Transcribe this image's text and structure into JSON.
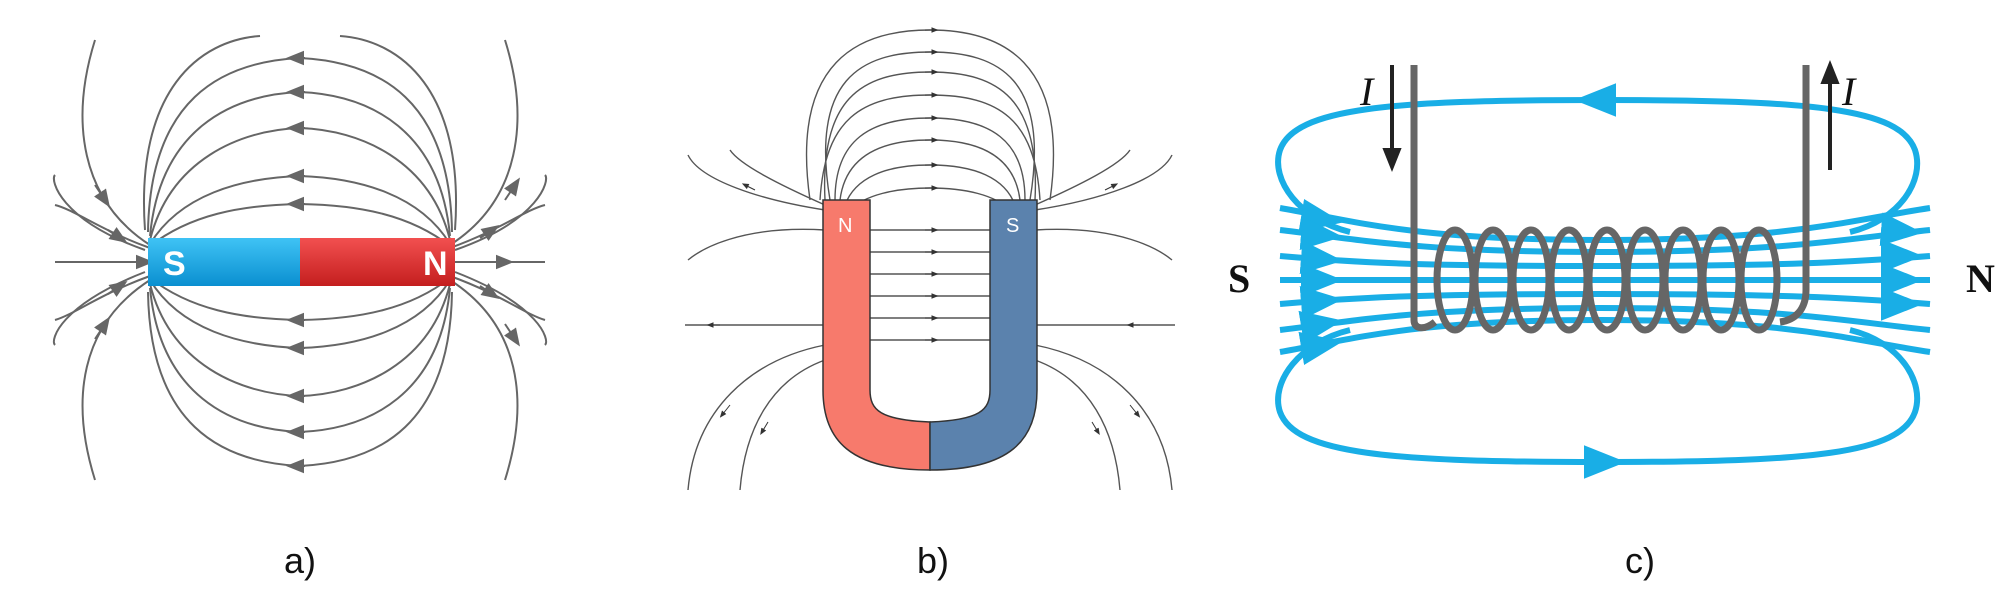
{
  "panels": {
    "a": {
      "caption": "a)",
      "south_label": "S",
      "north_label": "N",
      "colors": {
        "south": "#16a9e6",
        "north": "#e63030",
        "field": "#666666",
        "label": "#ffffff"
      }
    },
    "b": {
      "caption": "b)",
      "north_label": "N",
      "south_label": "S",
      "colors": {
        "north": "#f77a6c",
        "south": "#5b82ad",
        "field": "#444444",
        "label": "#ffffff",
        "outline": "#333333"
      }
    },
    "c": {
      "caption": "c)",
      "current_left": "I",
      "current_right": "I",
      "south_label": "S",
      "north_label": "N",
      "colors": {
        "field": "#19aee6",
        "wire": "#666666",
        "text": "#111111"
      }
    }
  }
}
